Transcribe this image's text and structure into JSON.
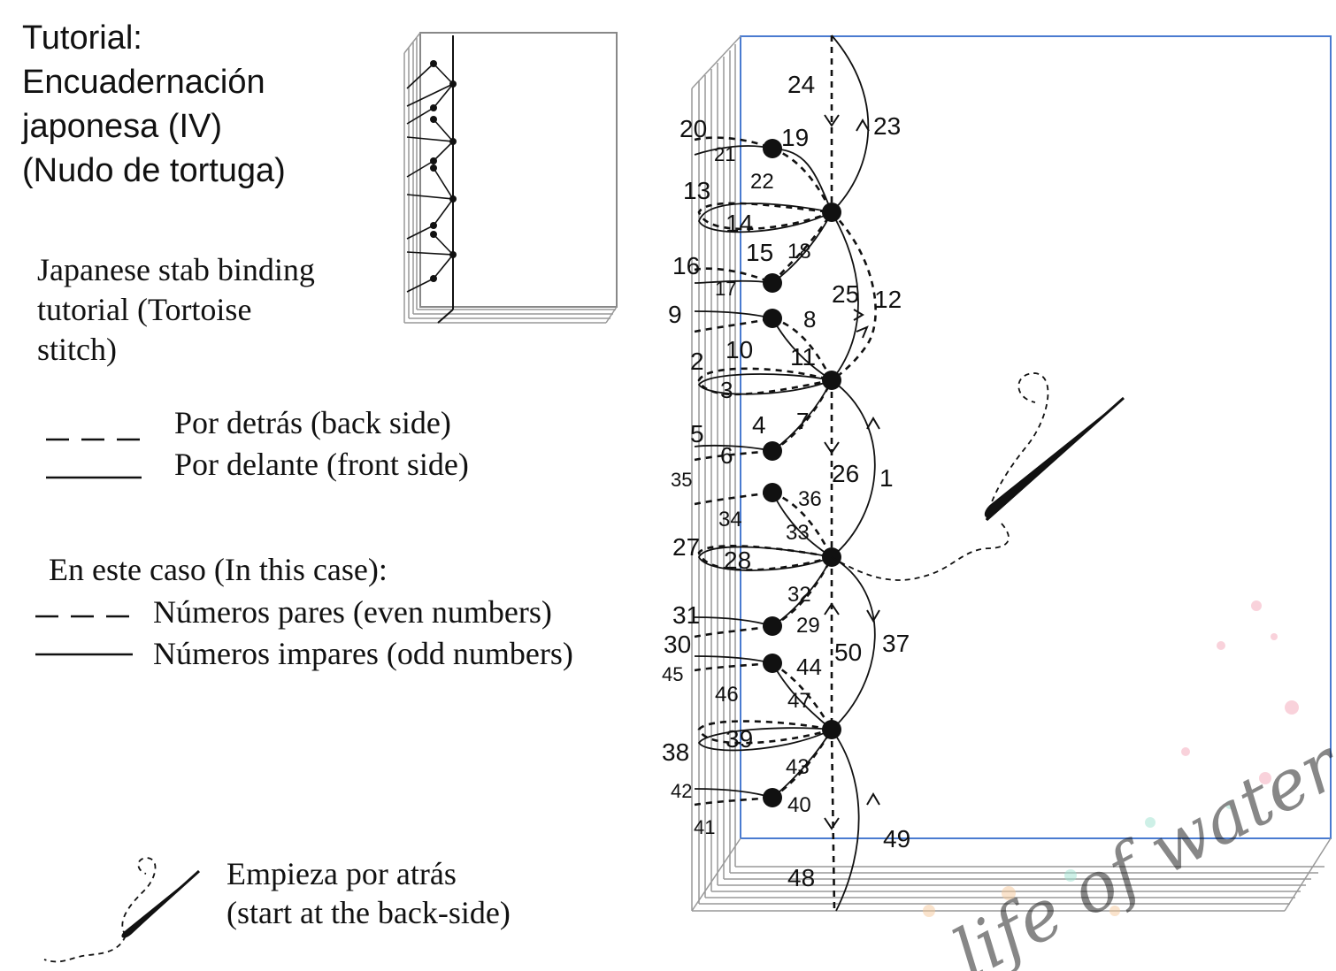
{
  "title": {
    "lines": [
      "Tutorial:",
      "Encuadernación",
      "japonesa (IV)",
      "(Nudo de tortuga)"
    ]
  },
  "english_title": {
    "lines": [
      "Japanese stab binding",
      "tutorial (Tortoise",
      "stitch)"
    ]
  },
  "legend": {
    "back": "Por detrás (back side)",
    "front": "Por delante (front side)"
  },
  "case_legend": {
    "heading": "En este caso (In this case):",
    "even": "Números pares (even numbers)",
    "odd": "Números impares (odd numbers)"
  },
  "start_note": {
    "lines": [
      "Empieza por atrás",
      "(start at the back-side)"
    ]
  },
  "stitch_numbers": [
    "1",
    "2",
    "3",
    "4",
    "5",
    "6",
    "7",
    "8",
    "9",
    "10",
    "11",
    "12",
    "13",
    "14",
    "15",
    "16",
    "17",
    "18",
    "19",
    "20",
    "21",
    "22",
    "23",
    "24",
    "25",
    "26",
    "27",
    "28",
    "29",
    "30",
    "31",
    "32",
    "33",
    "34",
    "35",
    "36",
    "37",
    "38",
    "39",
    "40",
    "41",
    "42",
    "43",
    "44",
    "45",
    "46",
    "47",
    "48",
    "49",
    "50"
  ],
  "watermark": "life of watercolors",
  "colors": {
    "ink": "#111111",
    "page_border": "#4a7bd0",
    "page_edge": "#999999"
  },
  "icons": [
    "needle-icon",
    "needle-start-icon"
  ]
}
